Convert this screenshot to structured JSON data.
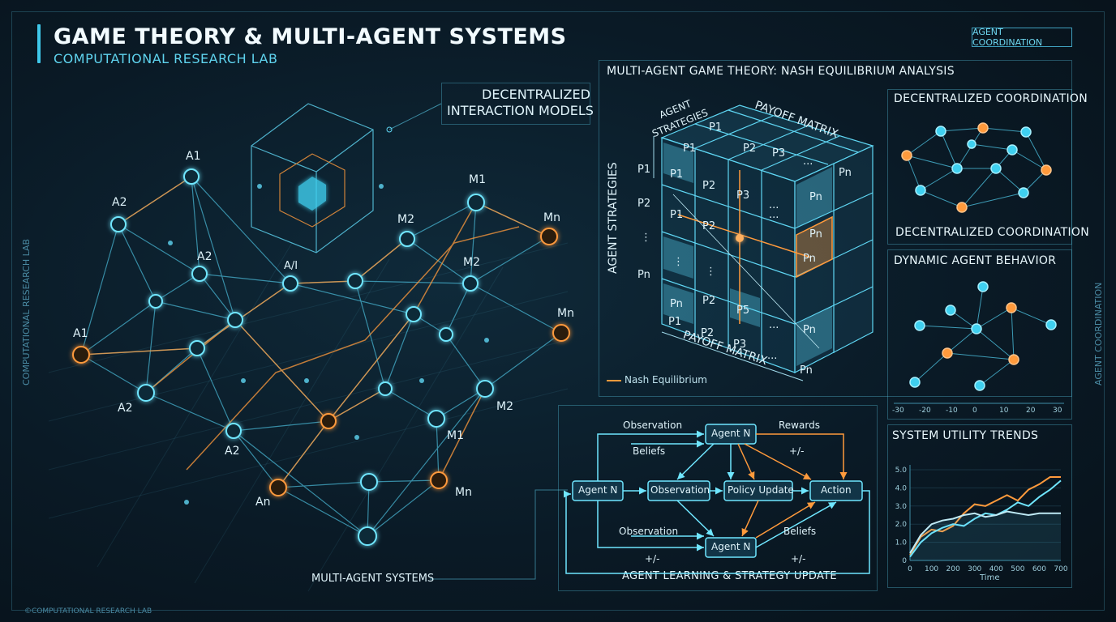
{
  "header": {
    "title": "GAME THEORY & MULTI-AGENT SYSTEMS",
    "subtitle": "COMPUTATIONAL RESEARCH LAB",
    "badge": "AGENT COORDINATION"
  },
  "side_labels": {
    "left_vertical": "COMPUTATIONAL RESEARCH LAB",
    "right_vertical": "AGENT COORDINATION",
    "footer": "©COMPUTATIONAL RESEARCH LAB"
  },
  "network": {
    "callout": [
      "DECENTRALIZED",
      "INTERACTION MODELS"
    ],
    "caption": "MULTI-AGENT SYSTEMS",
    "node_labels": [
      "A1",
      "A2",
      "A2",
      "A/I",
      "M1",
      "M2",
      "Mn",
      "M2",
      "Mn",
      "A1",
      "A2",
      "A2",
      "M1",
      "M2",
      "Mn",
      "An"
    ]
  },
  "matrix_panel": {
    "title": "MULTI-AGENT GAME THEORY: NASH EQUILIBRIUM ANALYSIS",
    "top_axis_left": [
      "AGENT",
      "STRATEGIES"
    ],
    "top_axis_right": "PAYOFF MATRIX",
    "left_axis": "AGENT STRATEGIES",
    "bottom_axis": "PAYOFF MATRIX",
    "top_row": [
      "P1",
      "P1",
      "P2",
      "P3",
      "...",
      "Pn"
    ],
    "row_headers": [
      "P1",
      "P2",
      "⋮",
      "Pn"
    ],
    "cells": [
      [
        "P1",
        "P2",
        "P3",
        "...",
        "Pn"
      ],
      [
        "P1",
        "P2",
        "",
        "...",
        "Pn"
      ],
      [
        "⋮",
        "⋮",
        "",
        "",
        "Pn"
      ],
      [
        "Pn",
        "P2",
        "P5",
        "...",
        "Pn"
      ]
    ],
    "bottom_labels": [
      "P1",
      "P2",
      "P3",
      "...",
      "Pn"
    ],
    "legend": "Nash Equilibrium"
  },
  "coord_panel": {
    "title_top": "DECENTRALIZED COORDINATION",
    "title_bottom": "DECENTRALIZED COORDINATION"
  },
  "behavior_panel": {
    "title": "DYNAMIC AGENT BEHAVIOR",
    "x_ticks": [
      "-30",
      "-20",
      "-10",
      "0",
      "10",
      "20",
      "30"
    ]
  },
  "learning_panel": {
    "title": "AGENT LEARNING & STRATEGY UPDATE",
    "nodes": [
      "Agent N",
      "Agent N",
      "Observation",
      "Policy Update",
      "Action",
      "Agent N"
    ],
    "edge_labels": [
      "Observation",
      "Rewards",
      "Beliefs",
      "+/-",
      "Observation",
      "Beliefs",
      "+/-",
      "+/-"
    ]
  },
  "chart_data": {
    "type": "line",
    "title": "SYSTEM UTILITY TRENDS",
    "xlabel": "Time",
    "ylabel": "",
    "xlim": [
      0,
      700
    ],
    "ylim": [
      0,
      5
    ],
    "x_ticks": [
      "0",
      "100",
      "200",
      "300",
      "400",
      "500",
      "600",
      "700"
    ],
    "y_ticks": [
      "0",
      "1.0",
      "2.0",
      "3.0",
      "4.0",
      "5.0"
    ],
    "series": [
      {
        "color": "#ff9a3c",
        "x": [
          0,
          50,
          100,
          150,
          200,
          250,
          300,
          350,
          400,
          450,
          500,
          550,
          600,
          650,
          700
        ],
        "y": [
          0.3,
          1.3,
          1.7,
          1.6,
          1.9,
          2.6,
          3.1,
          3.0,
          3.3,
          3.6,
          3.3,
          3.9,
          4.2,
          4.6,
          4.6
        ]
      },
      {
        "color": "#6fe6ff",
        "x": [
          0,
          50,
          100,
          150,
          200,
          250,
          300,
          350,
          400,
          450,
          500,
          550,
          600,
          650,
          700
        ],
        "y": [
          0.2,
          1.0,
          1.5,
          1.8,
          2.0,
          1.9,
          2.3,
          2.6,
          2.5,
          2.8,
          3.2,
          3.0,
          3.5,
          3.9,
          4.4
        ]
      },
      {
        "color": "#bfeaf5",
        "x": [
          0,
          50,
          100,
          150,
          200,
          250,
          300,
          350,
          400,
          450,
          500,
          550,
          600,
          650,
          700
        ],
        "y": [
          0.4,
          1.4,
          2.0,
          2.2,
          2.3,
          2.5,
          2.6,
          2.4,
          2.5,
          2.7,
          2.6,
          2.5,
          2.6,
          2.6,
          2.6
        ]
      }
    ]
  }
}
